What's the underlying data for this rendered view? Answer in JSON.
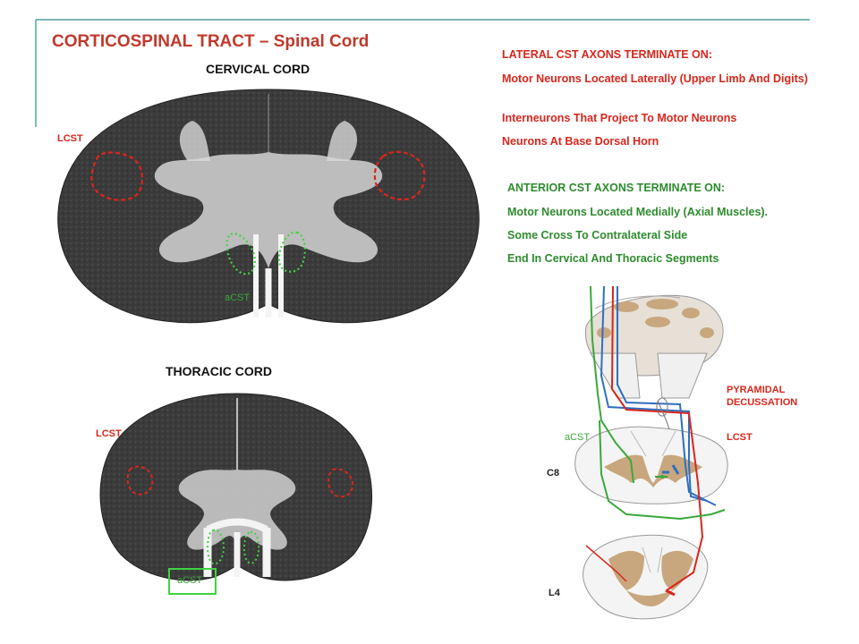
{
  "title": "CORTICOSPINAL TRACT – Spinal Cord",
  "sections": {
    "cervical": "CERVICAL CORD",
    "thoracic": "THORACIC CORD"
  },
  "labels": {
    "lcst": "LCST",
    "acst": "aCST",
    "pyramidal_decussation": "PYRAMIDAL DECUSSATION",
    "c8": "C8",
    "l4": "L4"
  },
  "lateral": {
    "heading": "LATERAL CST AXONS TERMINATE ON:",
    "items": [
      "Motor Neurons Located Laterally (Upper Limb And Digits)",
      "Interneurons That Project To Motor Neurons",
      "Neurons At Base Dorsal Horn"
    ]
  },
  "anterior": {
    "heading": "ANTERIOR CST AXONS TERMINATE ON:",
    "items": [
      "Motor Neurons Located Medially (Axial Muscles).",
      "Some Cross To Contralateral Side",
      "End In Cervical And Thoracic Segments"
    ]
  },
  "colors": {
    "title": "#c0392b",
    "lateral_tract": "#d9261c",
    "anterior_tract": "#3aa83a",
    "blue_tract": "#2f6fc0",
    "grey_matter": "#c8a77e"
  }
}
